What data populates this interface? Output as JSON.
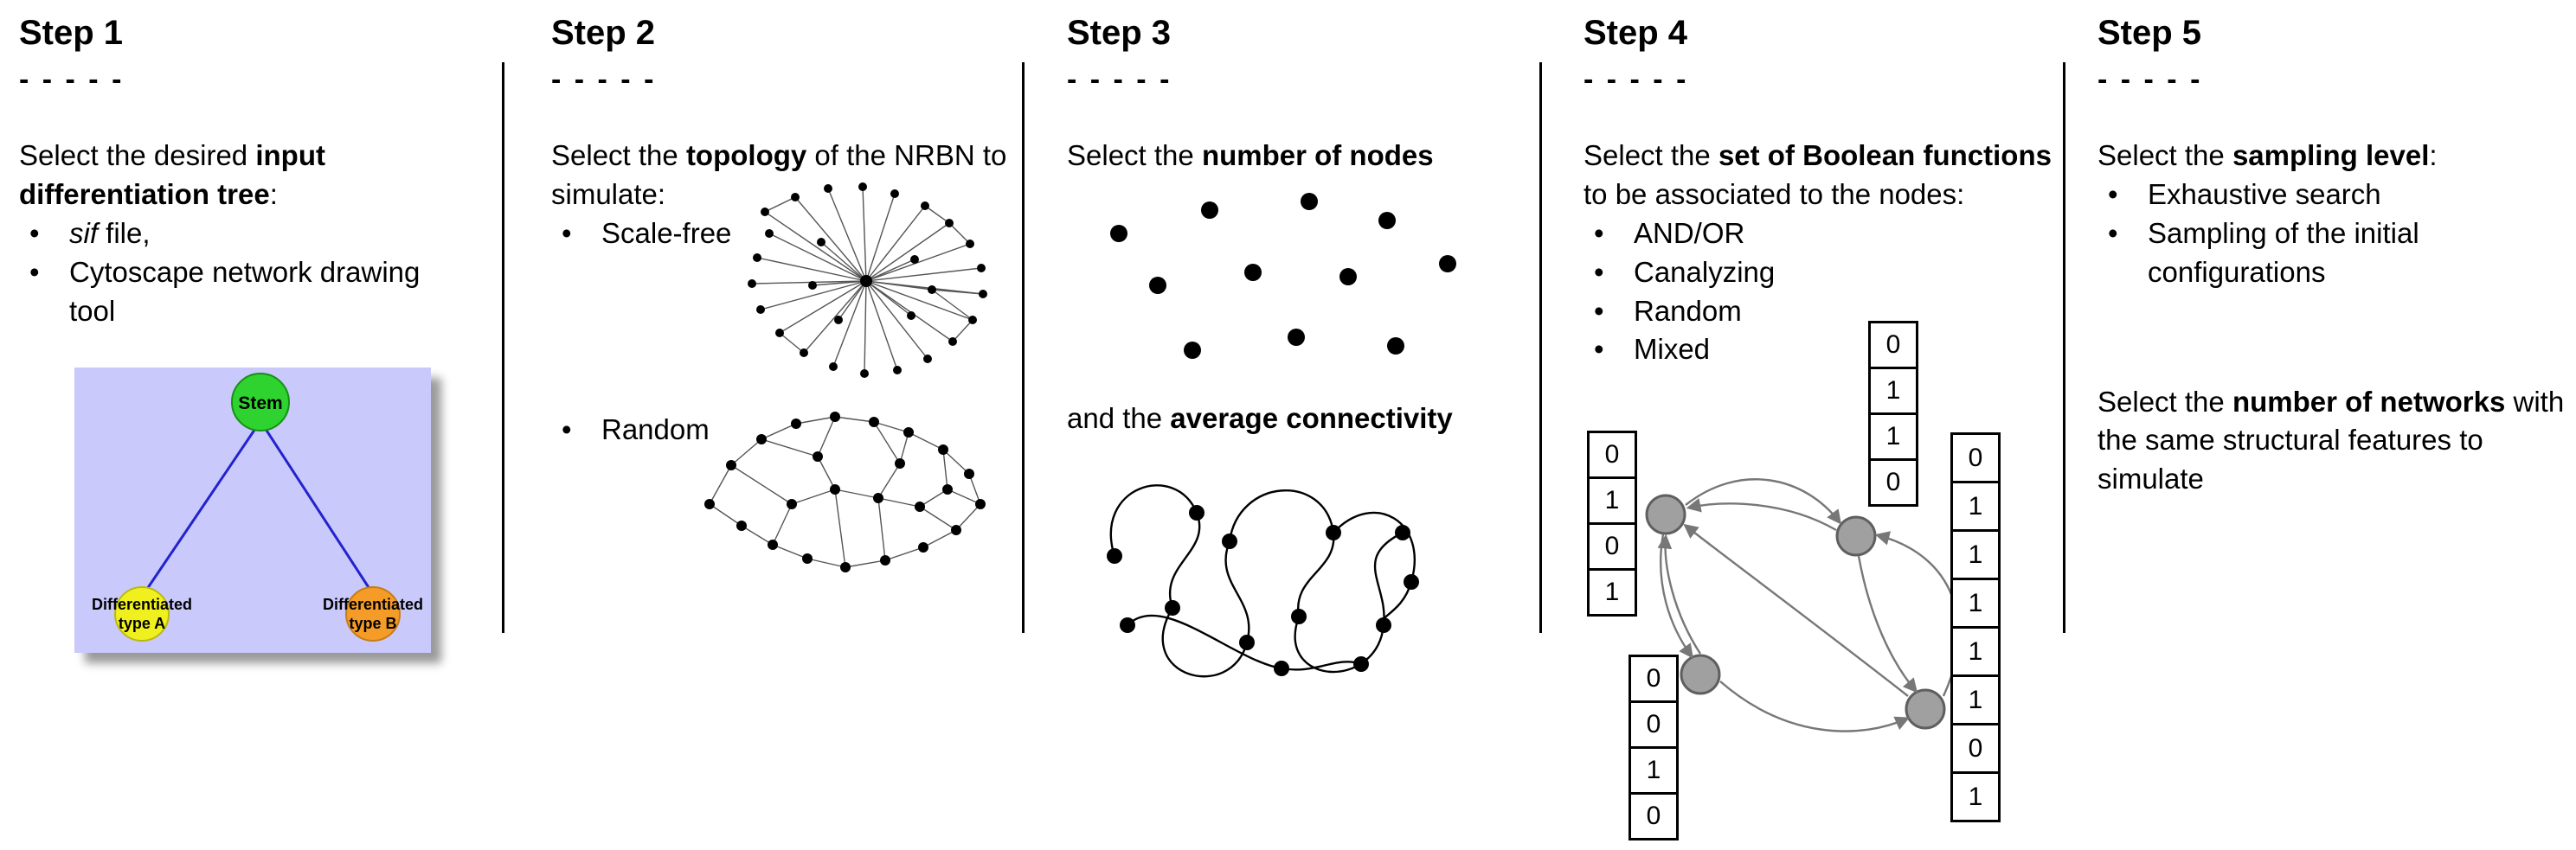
{
  "steps": {
    "s1": {
      "title": "Step 1",
      "dashes": "- - - - -",
      "intro_pre": "Select the desired ",
      "intro_bold": "input differentiation tree",
      "intro_post": ":",
      "bullet1_italic": "sif",
      "bullet1_rest": " file,",
      "bullet2": "Cytoscape network drawing tool",
      "tree": {
        "stem": "Stem",
        "left1": "Differentiated",
        "left2": "type A",
        "right1": "Differentiated",
        "right2": "type B"
      },
      "colors": {
        "panel_bg": "#c9c9fb",
        "stem_fill": "#2fd32f",
        "type_a_fill": "#f0f01e",
        "type_b_fill": "#f59b28",
        "tree_edge": "#2323cc"
      }
    },
    "s2": {
      "title": "Step 2",
      "dashes": "- - - - -",
      "intro_pre": "Select the ",
      "intro_bold": "topology",
      "intro_post": " of the NRBN to simulate:",
      "bullet1": "Scale-free",
      "bullet2": "Random"
    },
    "s3": {
      "title": "Step 3",
      "dashes": "- - - - -",
      "intro_pre": "Select the ",
      "intro_bold": "number of nodes",
      "text2_pre": "and the ",
      "text2_bold": "average connectivity"
    },
    "s4": {
      "title": "Step 4",
      "dashes": "- - - - -",
      "intro_pre": "Select the ",
      "intro_bold": "set of Boolean functions",
      "intro_post": " to be associated to the nodes:",
      "bullets": [
        "AND/OR",
        "Canalyzing",
        "Random",
        "Mixed"
      ],
      "tables": {
        "top": [
          "0",
          "1",
          "1",
          "0"
        ],
        "left": [
          "0",
          "1",
          "0",
          "1"
        ],
        "bottom_left": [
          "0",
          "0",
          "1",
          "0"
        ],
        "right": [
          "0",
          "1",
          "1",
          "1",
          "1",
          "1",
          "0",
          "1"
        ]
      }
    },
    "s5": {
      "title": "Step 5",
      "dashes": "- - - - -",
      "intro_pre": "Select the ",
      "intro_bold": "sampling level",
      "intro_post": ":",
      "bullet1": "Exhaustive search",
      "bullet2": "Sampling of the initial configurations",
      "p2_pre": "Select the ",
      "p2_bold": "number of networks",
      "p2_post": " with the same structural features to simulate"
    }
  }
}
